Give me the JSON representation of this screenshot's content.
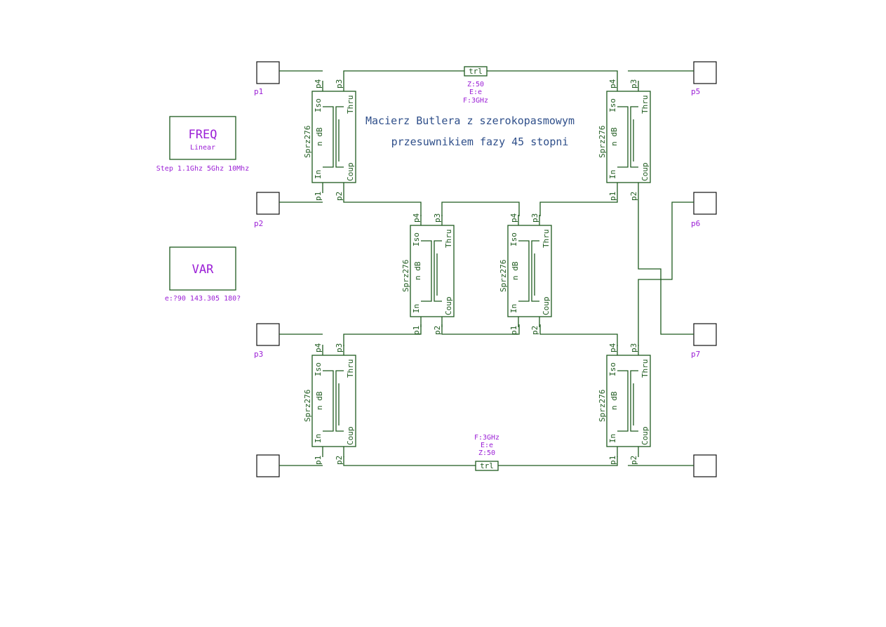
{
  "title": {
    "line1": "Macierz Butlera z szerokopasmowym",
    "line2": "przesuwnikiem fazy 45 stopni"
  },
  "freq_block": {
    "title": "FREQ",
    "subtitle": "Linear",
    "step": "Step 1.1Ghz 5Ghz 10Mhz"
  },
  "var_block": {
    "title": "VAR",
    "value": "e:?90 143.305 180?"
  },
  "trl_top": {
    "label": "trl",
    "z": "Z:50",
    "e": "E:e",
    "f": "F:3GHz"
  },
  "trl_bottom": {
    "label": "trl",
    "f": "F:3GHz",
    "e": "E:e",
    "z": "Z:50"
  },
  "coupler": {
    "name": "Sprz276",
    "ndb": "n dB",
    "iso": "Iso",
    "thru": "Thru",
    "in": "In",
    "coup": "Coup",
    "p1": "p1",
    "p2": "p2",
    "p3": "p3",
    "p4": "p4"
  },
  "ports": [
    "p1",
    "p2",
    "p3",
    "p5",
    "p6",
    "p7"
  ],
  "colors": {
    "wire": "#1e5a1e",
    "label": "#9b1fd6",
    "title": "#2f4f8a"
  }
}
